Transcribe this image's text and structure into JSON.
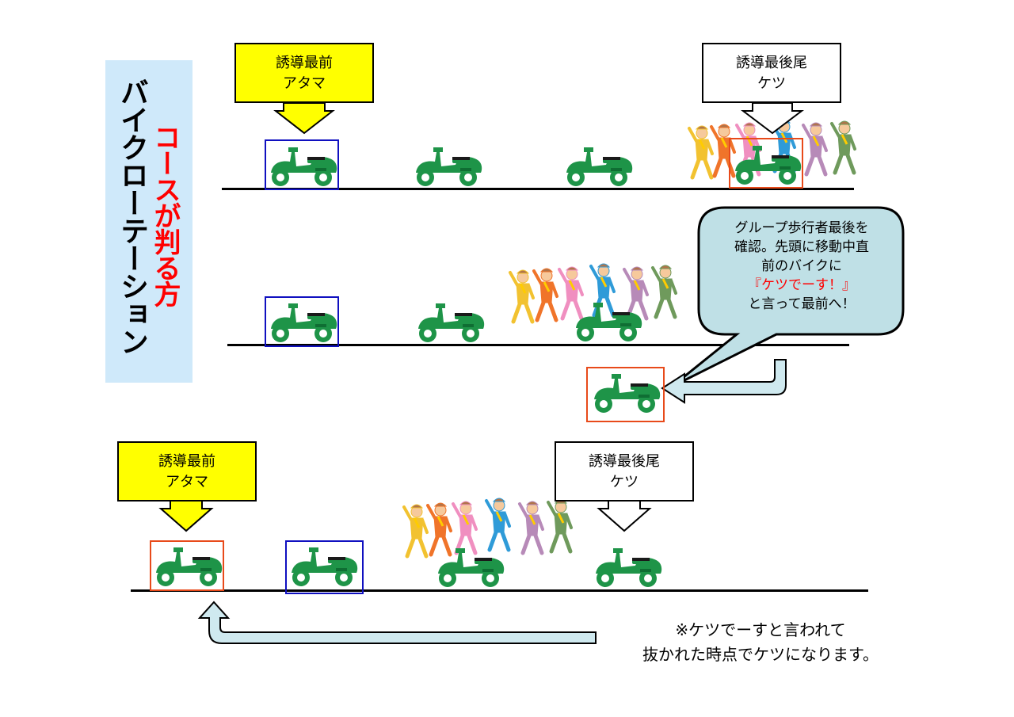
{
  "title": {
    "main": "バイクローテーション",
    "sub": "コースが判る方"
  },
  "labels": {
    "lead": [
      "誘導最前",
      "アタマ"
    ],
    "tail": [
      "誘導最後尾",
      "ケツ"
    ]
  },
  "bubble": {
    "lines": [
      "グループ歩行者最後を",
      "確認。先頭に移動中直",
      "前のバイクに"
    ],
    "callout": "『ケツでーす！』",
    "last": "と言って最前へ！"
  },
  "note": {
    "lines": [
      "※ケツでーすと言われて",
      "抜かれた時点でケツになります。"
    ]
  },
  "colors": {
    "panel": "#cfe9fa",
    "lead_box": "#ffff00",
    "scooter": "#1e9448",
    "lead_frame": "#1010c0",
    "tail_frame": "#e84a1a",
    "arrow_fill": "#cfe9ef",
    "bubble_fill": "#bfe0e6",
    "highlight": "#ff0000"
  }
}
